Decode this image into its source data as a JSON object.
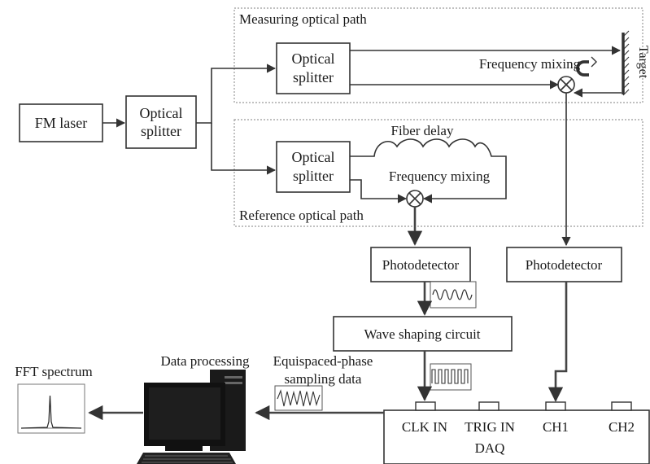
{
  "regions": {
    "measuring_label": "Measuring optical path",
    "reference_label": "Reference optical path"
  },
  "blocks": {
    "fm_laser": "FM laser",
    "splitter_main": [
      "Optical",
      "splitter"
    ],
    "splitter_measure": [
      "Optical",
      "splitter"
    ],
    "splitter_reference": [
      "Optical",
      "splitter"
    ],
    "photodetector_left": "Photodetector",
    "photodetector_right": "Photodetector",
    "wave_shaping": "Wave shaping circuit"
  },
  "labels": {
    "target": "Target",
    "frequency_mixing_measure": "Frequency mixing",
    "frequency_mixing_reference": "Frequency mixing",
    "fiber_delay": "Fiber delay",
    "data_processing": "Data processing",
    "equispaced": [
      "Equispaced-phase",
      "sampling data"
    ],
    "fft_spectrum": "FFT spectrum"
  },
  "daq": {
    "name": "DAQ",
    "ports": [
      "CLK IN",
      "TRIG IN",
      "CH1",
      "CH2"
    ]
  }
}
